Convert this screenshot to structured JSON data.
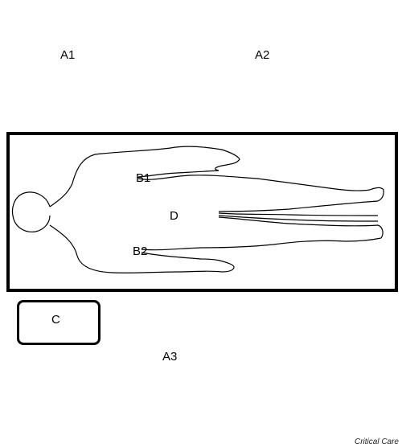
{
  "diagram": {
    "zones": {
      "a1": "A1",
      "a2": "A2",
      "a3": "A3",
      "b1": "B1",
      "b2": "B2",
      "c": "C",
      "d": "D"
    },
    "credit": "Critical Care"
  }
}
